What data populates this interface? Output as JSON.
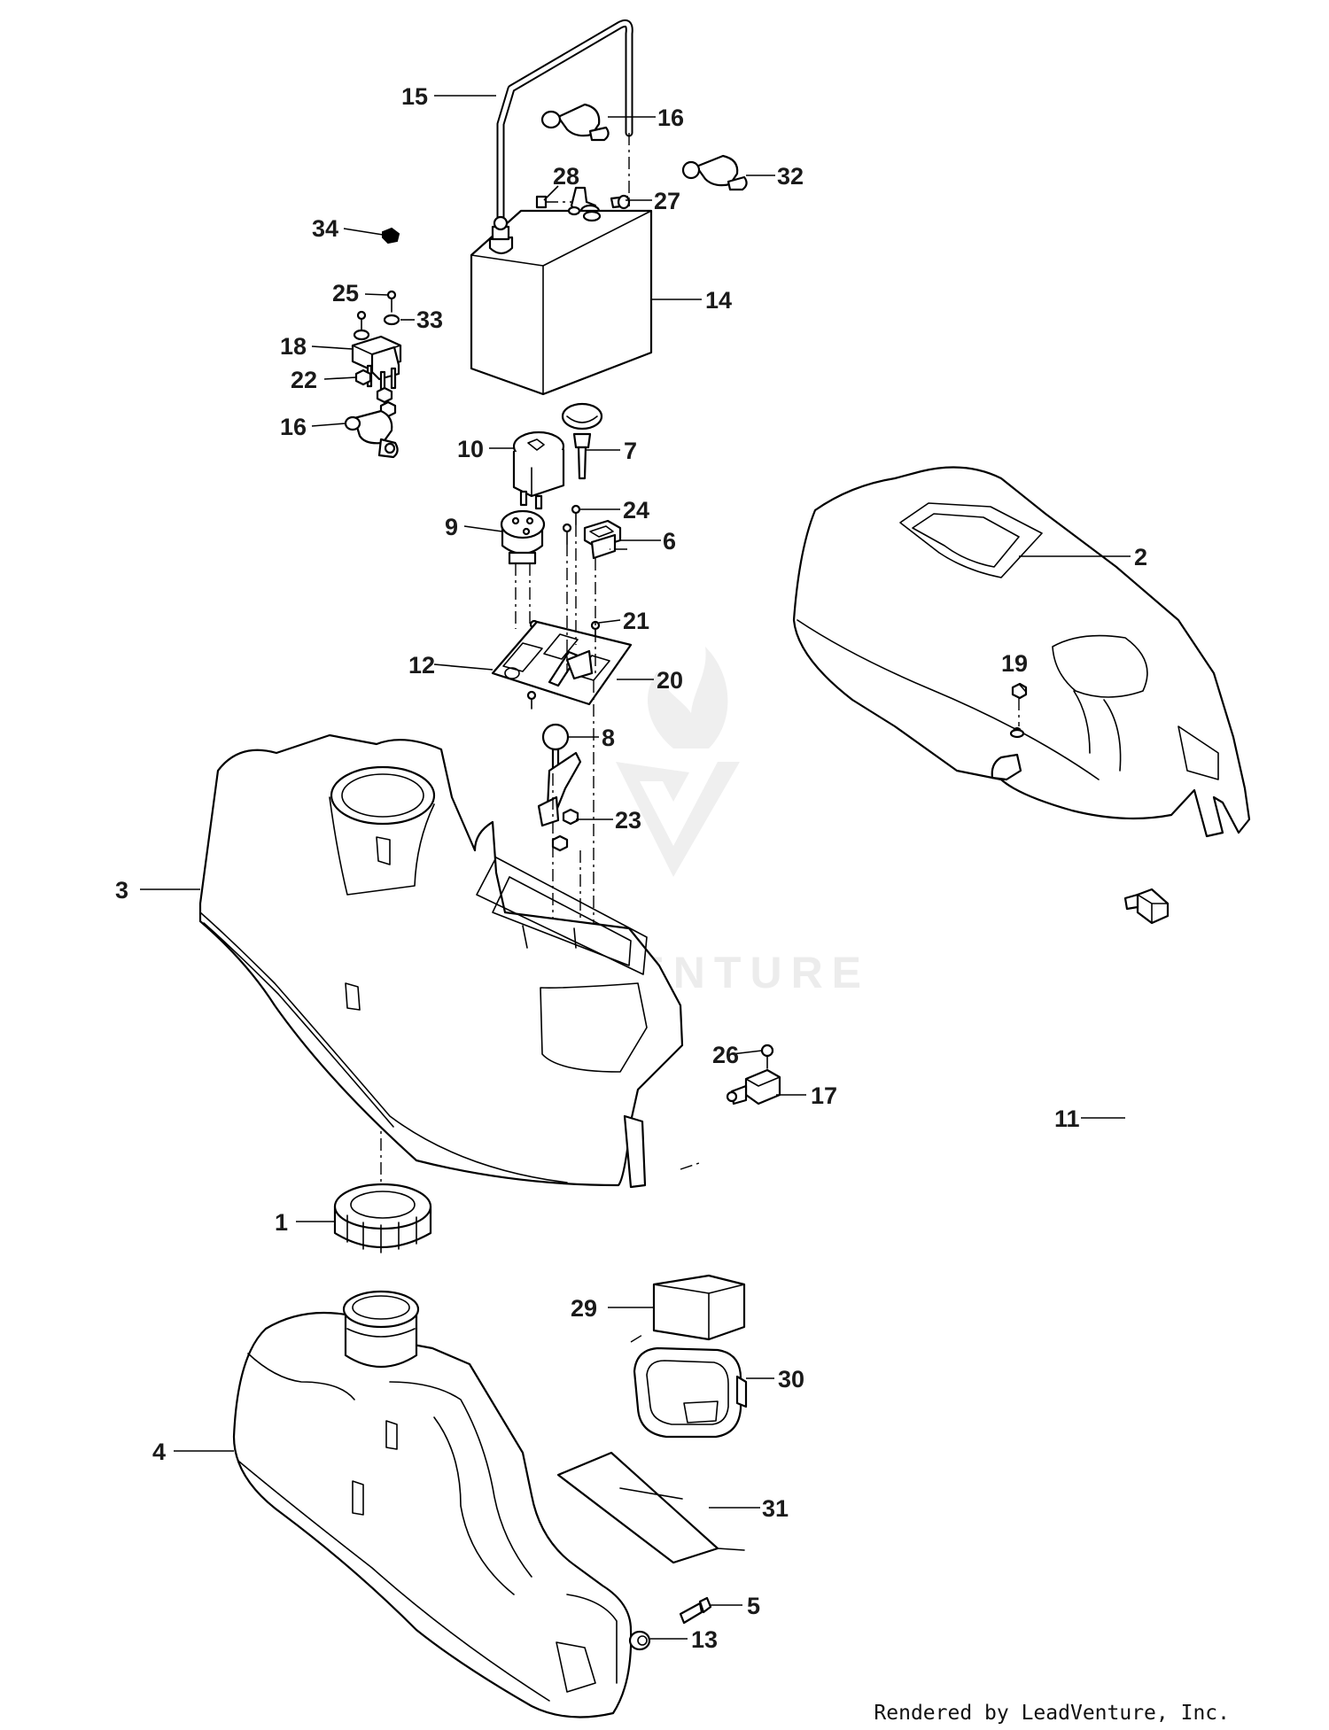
{
  "watermark": {
    "text": "LEADVENTURE"
  },
  "credit": "Rendered by LeadVenture, Inc.",
  "callouts": {
    "c1": "1",
    "c2": "2",
    "c3": "3",
    "c4": "4",
    "c5": "5",
    "c6": "6",
    "c7": "7",
    "c8": "8",
    "c9": "9",
    "c10": "10",
    "c11": "11",
    "c12": "12",
    "c13": "13",
    "c14": "14",
    "c15": "15",
    "c16a": "16",
    "c16b": "16",
    "c17": "17",
    "c18": "18",
    "c19": "19",
    "c20": "20",
    "c21": "21",
    "c22": "22",
    "c23": "23",
    "c24": "24",
    "c25": "25",
    "c26": "26",
    "c27": "27",
    "c28": "28",
    "c29": "29",
    "c30": "30",
    "c31": "31",
    "c32": "32",
    "c33": "33",
    "c34": "34"
  }
}
